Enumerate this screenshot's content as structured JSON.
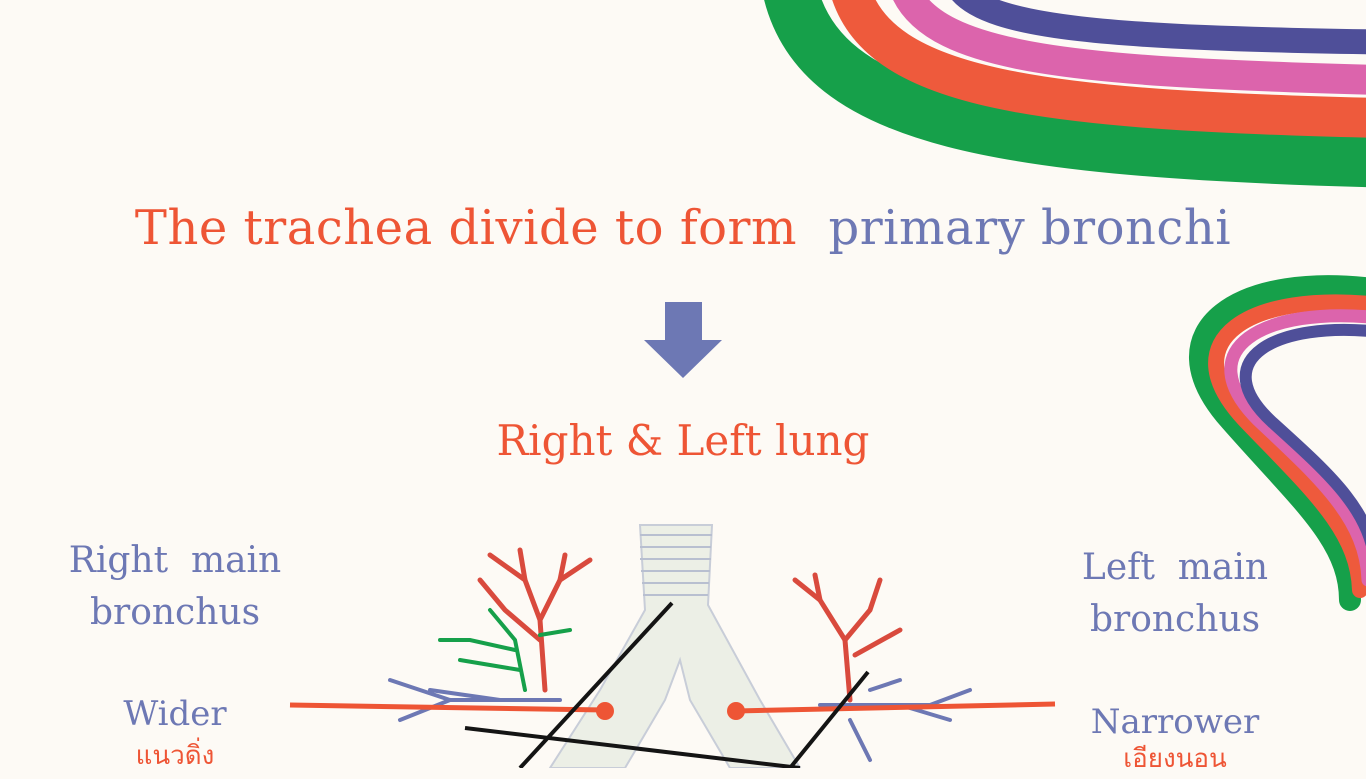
{
  "title": {
    "part1": "The trachea divide to form",
    "part2": "primary bronchi"
  },
  "subtitle": "Right & Left lung",
  "right_label": {
    "line1": "Right  main",
    "line2": "bronchus",
    "width": "Wider",
    "thai": "แนวดิ่ง"
  },
  "left_label": {
    "line1": "Left  main",
    "line2": "bronchus",
    "width": "Narrower",
    "thai": "เอียงนอน"
  },
  "colors": {
    "orange": "#ee5535",
    "blue": "#6d78b4",
    "green": "#16a04a",
    "pink": "#dc64ac",
    "navy": "#4f4f99",
    "red": "#d94a3d"
  }
}
